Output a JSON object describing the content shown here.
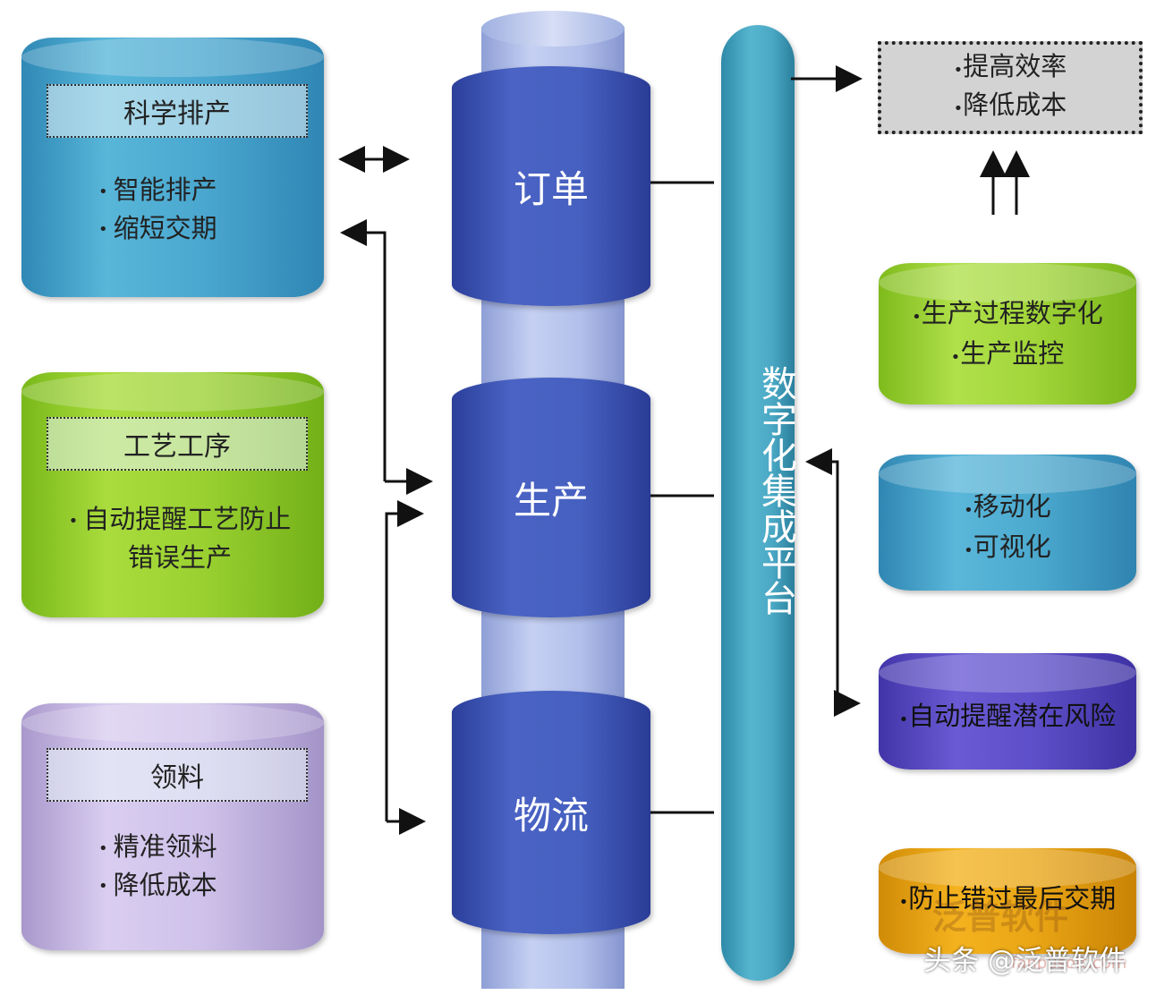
{
  "left_blocks": [
    {
      "tag": "科学排产",
      "bullets": [
        "智能排产",
        "缩短交期"
      ]
    },
    {
      "tag": "工艺工序",
      "bullets": [
        "自动提醒工艺防止",
        "错误生产"
      ]
    },
    {
      "tag": "领料",
      "bullets": [
        "精准领料",
        "降低成本"
      ]
    }
  ],
  "center_stages": [
    "订单",
    "生产",
    "物流"
  ],
  "platform_label": "数字化集成平台",
  "results": [
    "提高效率",
    "降低成本"
  ],
  "right_blocks": [
    {
      "lines": [
        "生产过程数字化",
        "生产监控"
      ]
    },
    {
      "lines": [
        "移动化",
        "可视化"
      ]
    },
    {
      "lines": [
        "自动提醒潜在风险"
      ]
    },
    {
      "lines": [
        "防止错过最后交期"
      ]
    }
  ],
  "watermark": {
    "logo": "泛普软件",
    "url": "fanpusoft.com"
  },
  "credit": "头条 @泛普软件",
  "colors": {
    "dark_blue": "#4660c0",
    "platform": "#4aa8c4",
    "green": "#9ad131",
    "purple": "#cfc2ea",
    "orange": "#eaa615",
    "violet": "#5e4fc9"
  }
}
